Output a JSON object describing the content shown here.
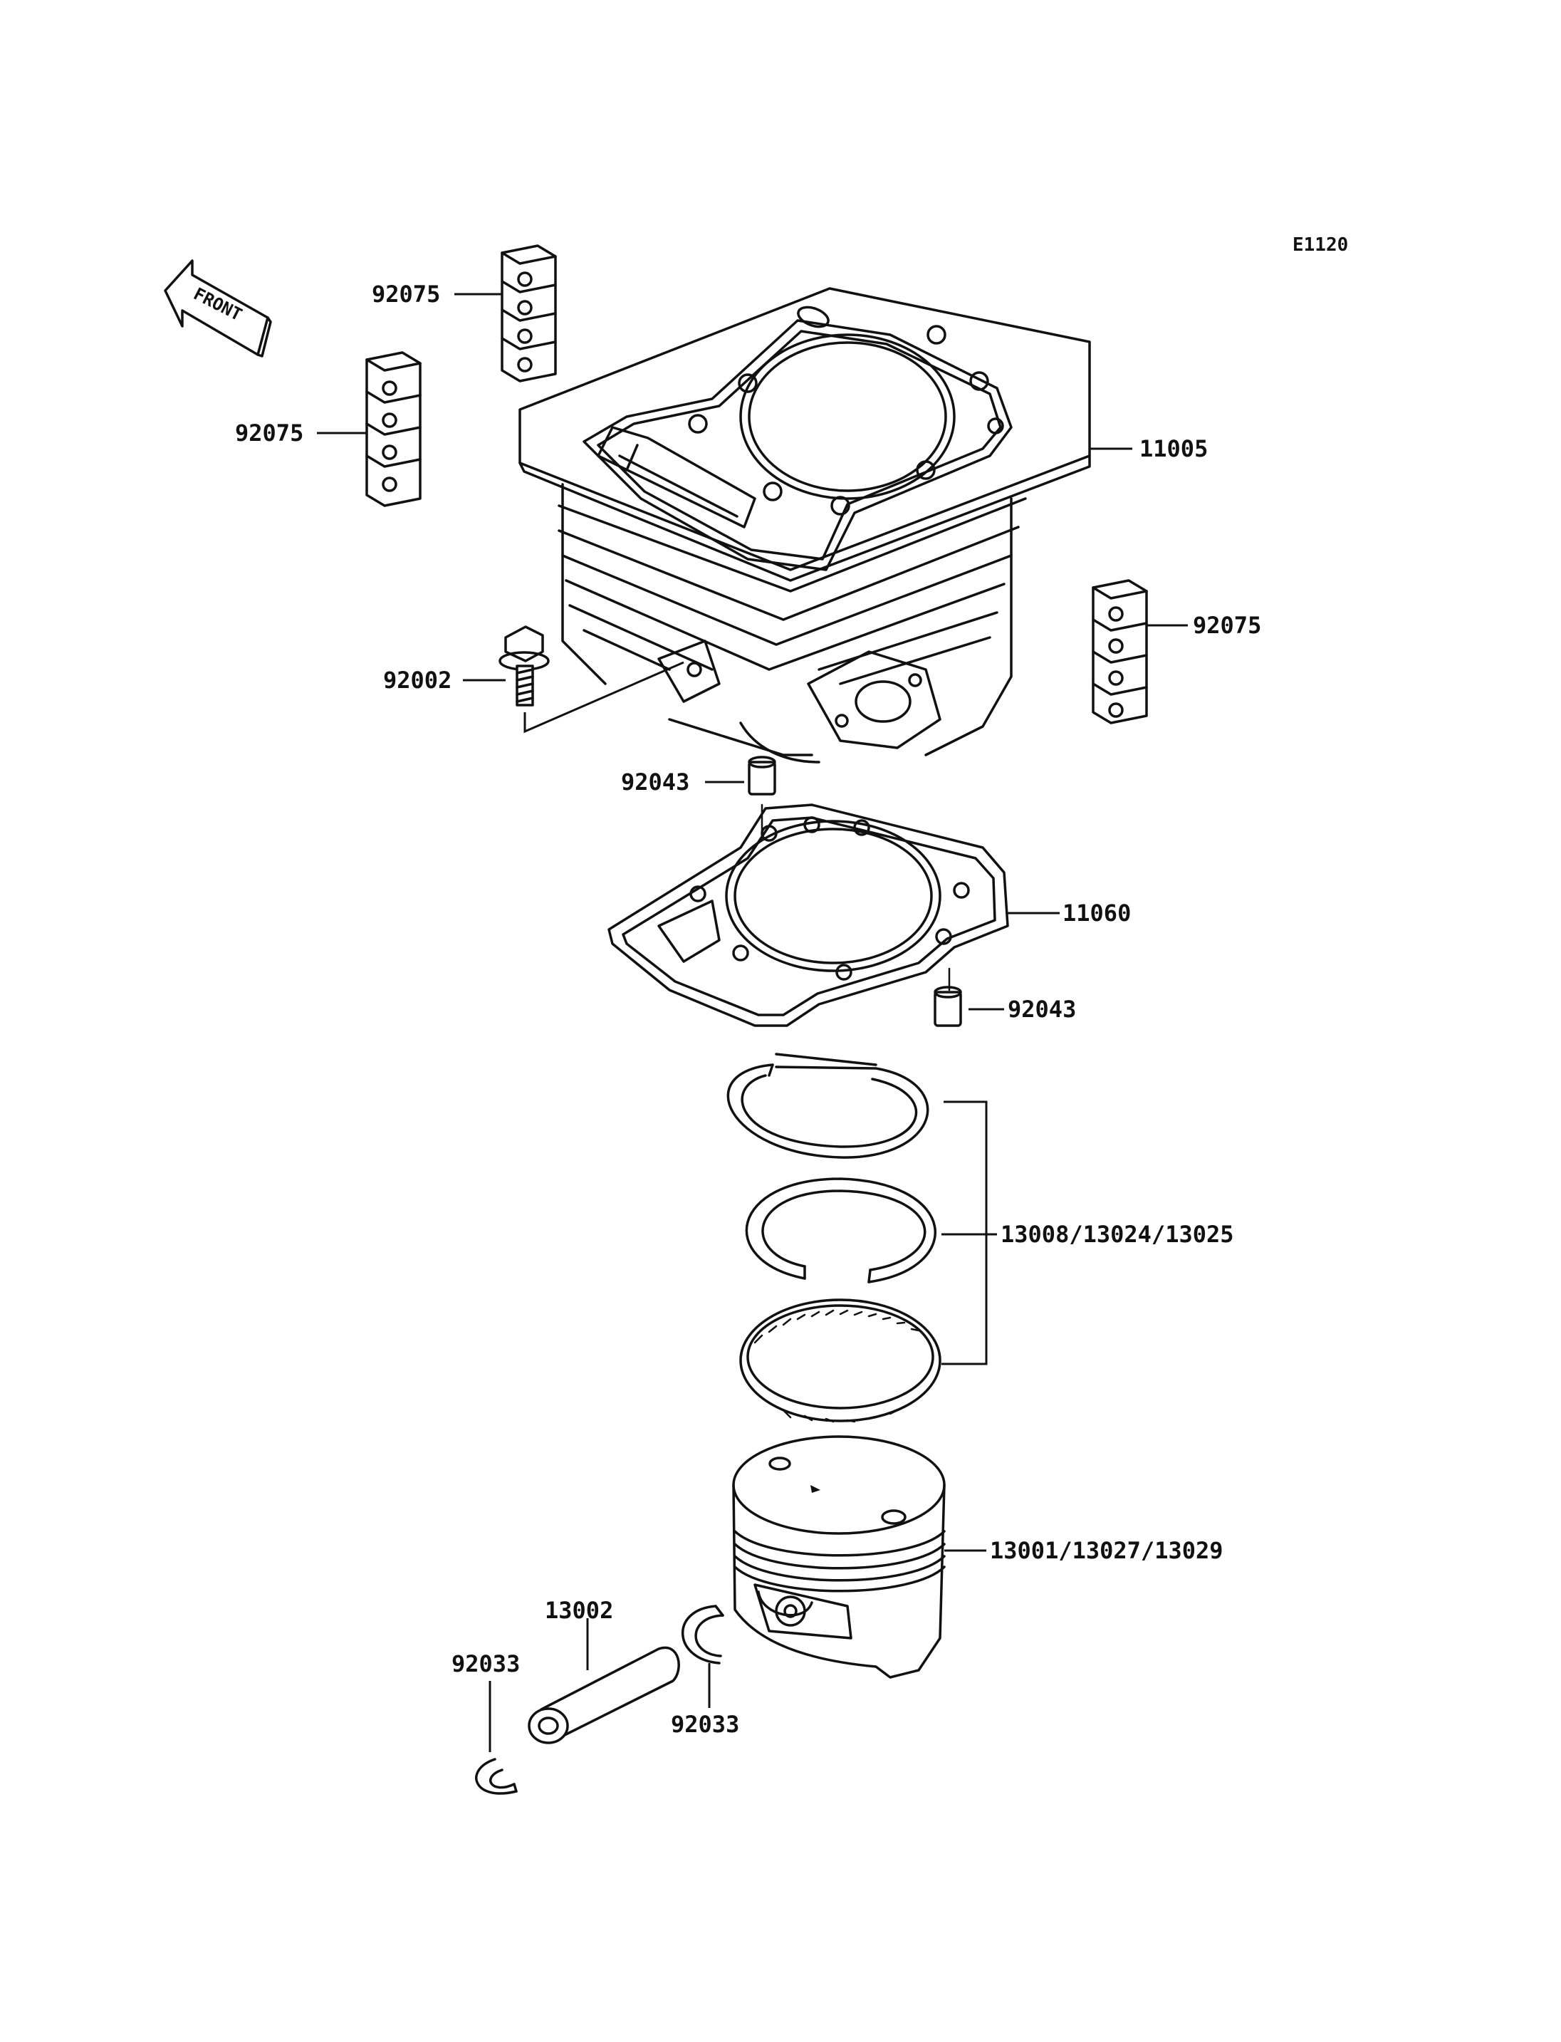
{
  "diagram_code": "E1120",
  "front_arrow": {
    "text": "FRONT",
    "icon": "front-direction-arrow-icon"
  },
  "callouts": {
    "damper_upper": "92075",
    "damper_left": "92075",
    "cylinder": "11005",
    "damper_right": "92075",
    "bolt": "92002",
    "dowel_upper": "92043",
    "gasket": "11060",
    "dowel_lower": "92043",
    "rings": "13008/13024/13025",
    "piston": "13001/13027/13029",
    "pin": "13002",
    "circlip_left": "92033",
    "circlip_right": "92033"
  }
}
